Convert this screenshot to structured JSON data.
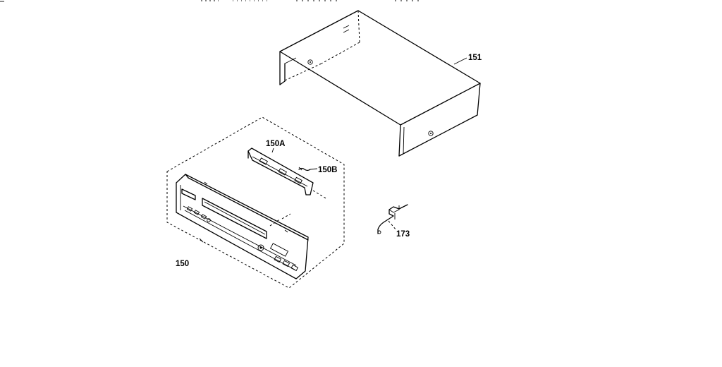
{
  "labels": {
    "top_cover": "151",
    "front_panel": "150",
    "door_assembly": "150A",
    "door_spring": "150B",
    "clamp": "173"
  }
}
